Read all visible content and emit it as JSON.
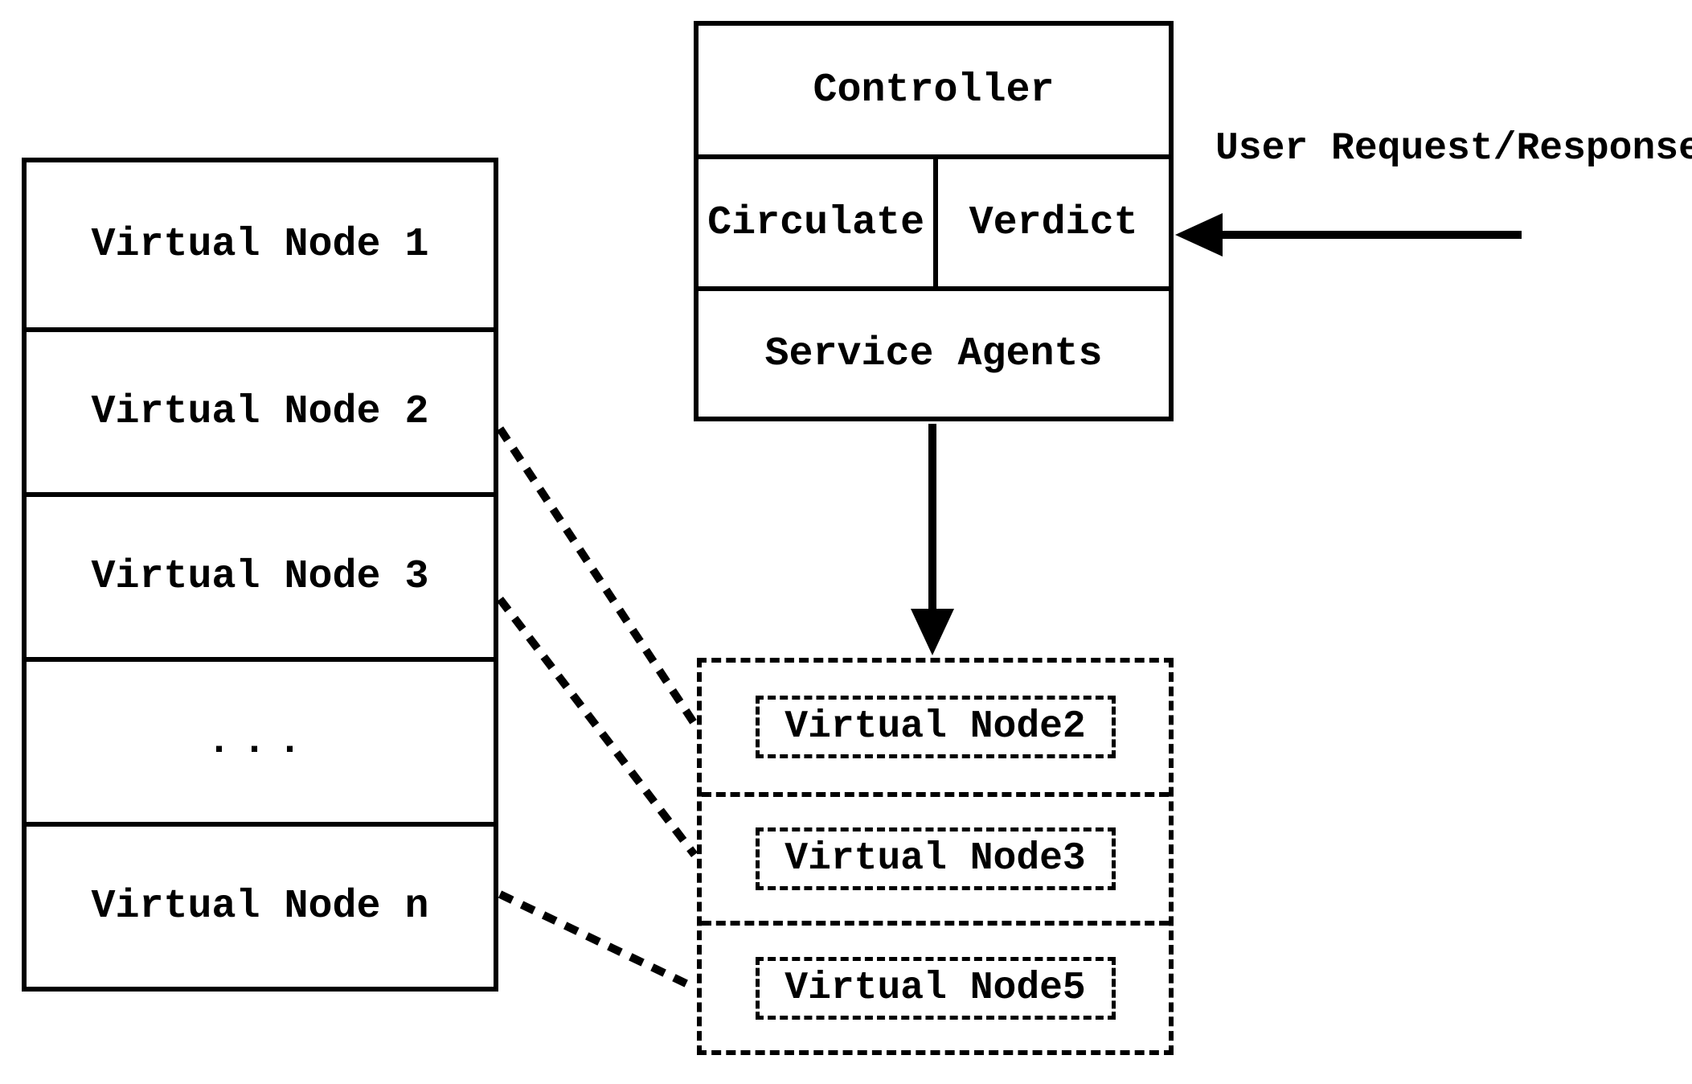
{
  "left_stack": {
    "rows": [
      "Virtual Node 1",
      "Virtual Node 2",
      "Virtual Node 3",
      "...",
      "Virtual Node n"
    ]
  },
  "controller": {
    "title": "Controller",
    "circulate": "Circulate",
    "verdict": "Verdict",
    "service_agents": "Service Agents"
  },
  "user_arrow": {
    "label": "User Request/Response"
  },
  "mapped_group": {
    "nodes": [
      "Virtual Node2",
      "Virtual Node3",
      "Virtual Node5"
    ]
  },
  "colors": {
    "ink": "#000000",
    "background": "#ffffff"
  }
}
